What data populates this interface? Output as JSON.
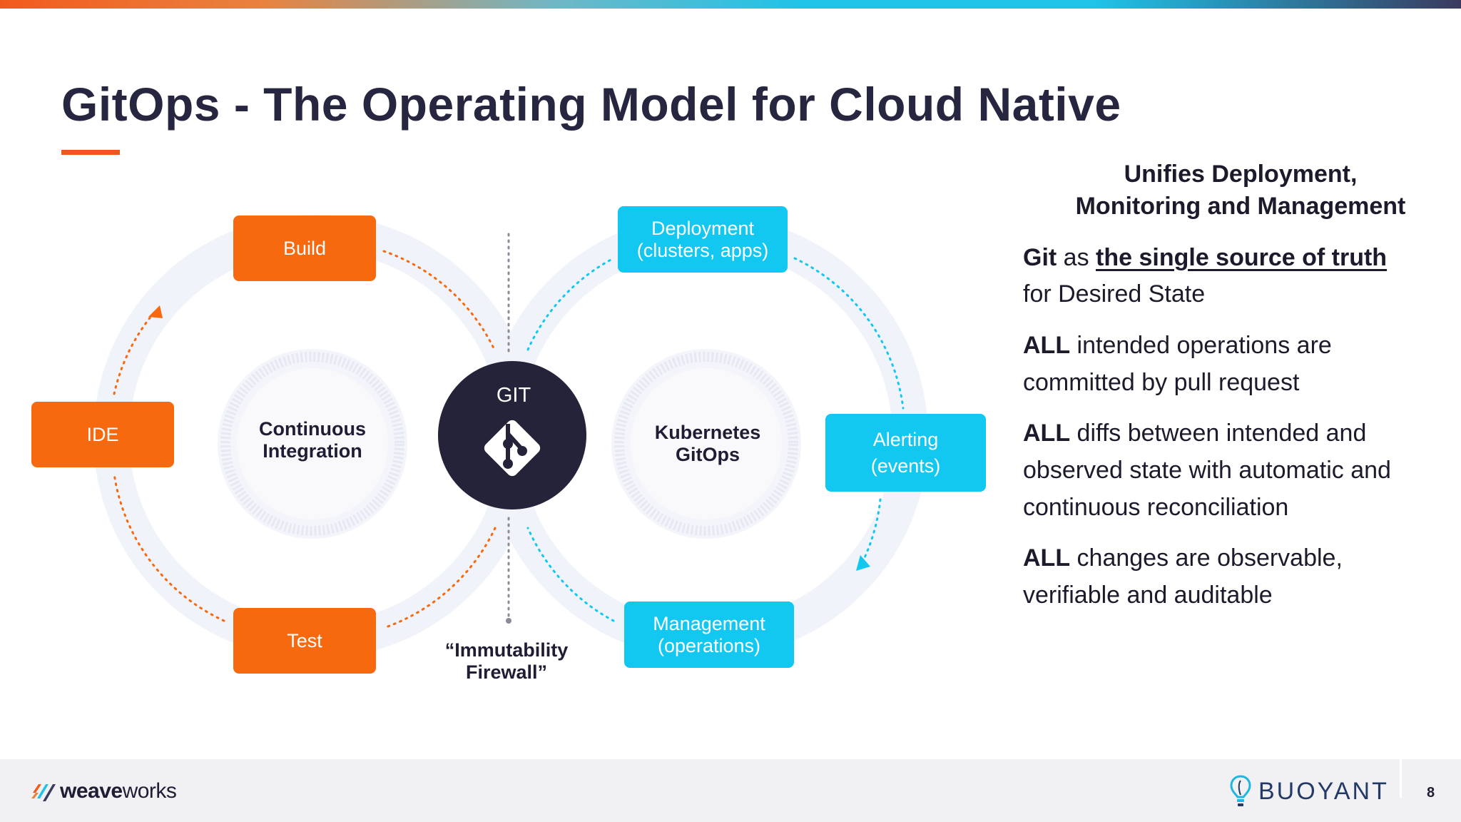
{
  "slide": {
    "title": "GitOps - The Operating Model for Cloud Native",
    "page_number": "8"
  },
  "diagram": {
    "ci_loop": {
      "center": [
        "Continuous",
        "Integration"
      ],
      "boxes": {
        "build": "Build",
        "ide": "IDE",
        "test": "Test"
      }
    },
    "cd_loop": {
      "center": [
        "Kubernetes",
        "GitOps"
      ],
      "boxes": {
        "deployment": [
          "Deployment",
          "(clusters, apps)"
        ],
        "alerting": [
          "Alerting",
          "(events)"
        ],
        "management": [
          "Management",
          "(operations)"
        ]
      }
    },
    "git_hub": {
      "label": "GIT"
    },
    "firewall": [
      "“Immutability",
      "Firewall”"
    ],
    "colors": {
      "orange": "#f7690f",
      "cyan": "#12c8f0",
      "hub": "#25233a",
      "ring": "#f1f3fa"
    }
  },
  "panel": {
    "heading": [
      "Unifies Deployment,",
      "Monitoring and Management"
    ],
    "points": [
      {
        "lead": "Git",
        "connector": " as ",
        "emphasis": "the single source of truth",
        "rest": "for Desired State"
      },
      {
        "lead": "ALL",
        "rest": " intended operations are committed by pull request"
      },
      {
        "lead": "ALL",
        "rest": " diffs between intended and observed state with automatic and continuous reconciliation"
      },
      {
        "lead": "ALL",
        "rest": " changes are observable, verifiable and auditable"
      }
    ]
  },
  "footer": {
    "left_logo": {
      "name_bold": "weave",
      "name_regular": "works",
      "icon": "weaveworks-logo-icon"
    },
    "right_logo": {
      "name": "BUOYANT",
      "icon": "buoyant-balloon-icon"
    }
  }
}
